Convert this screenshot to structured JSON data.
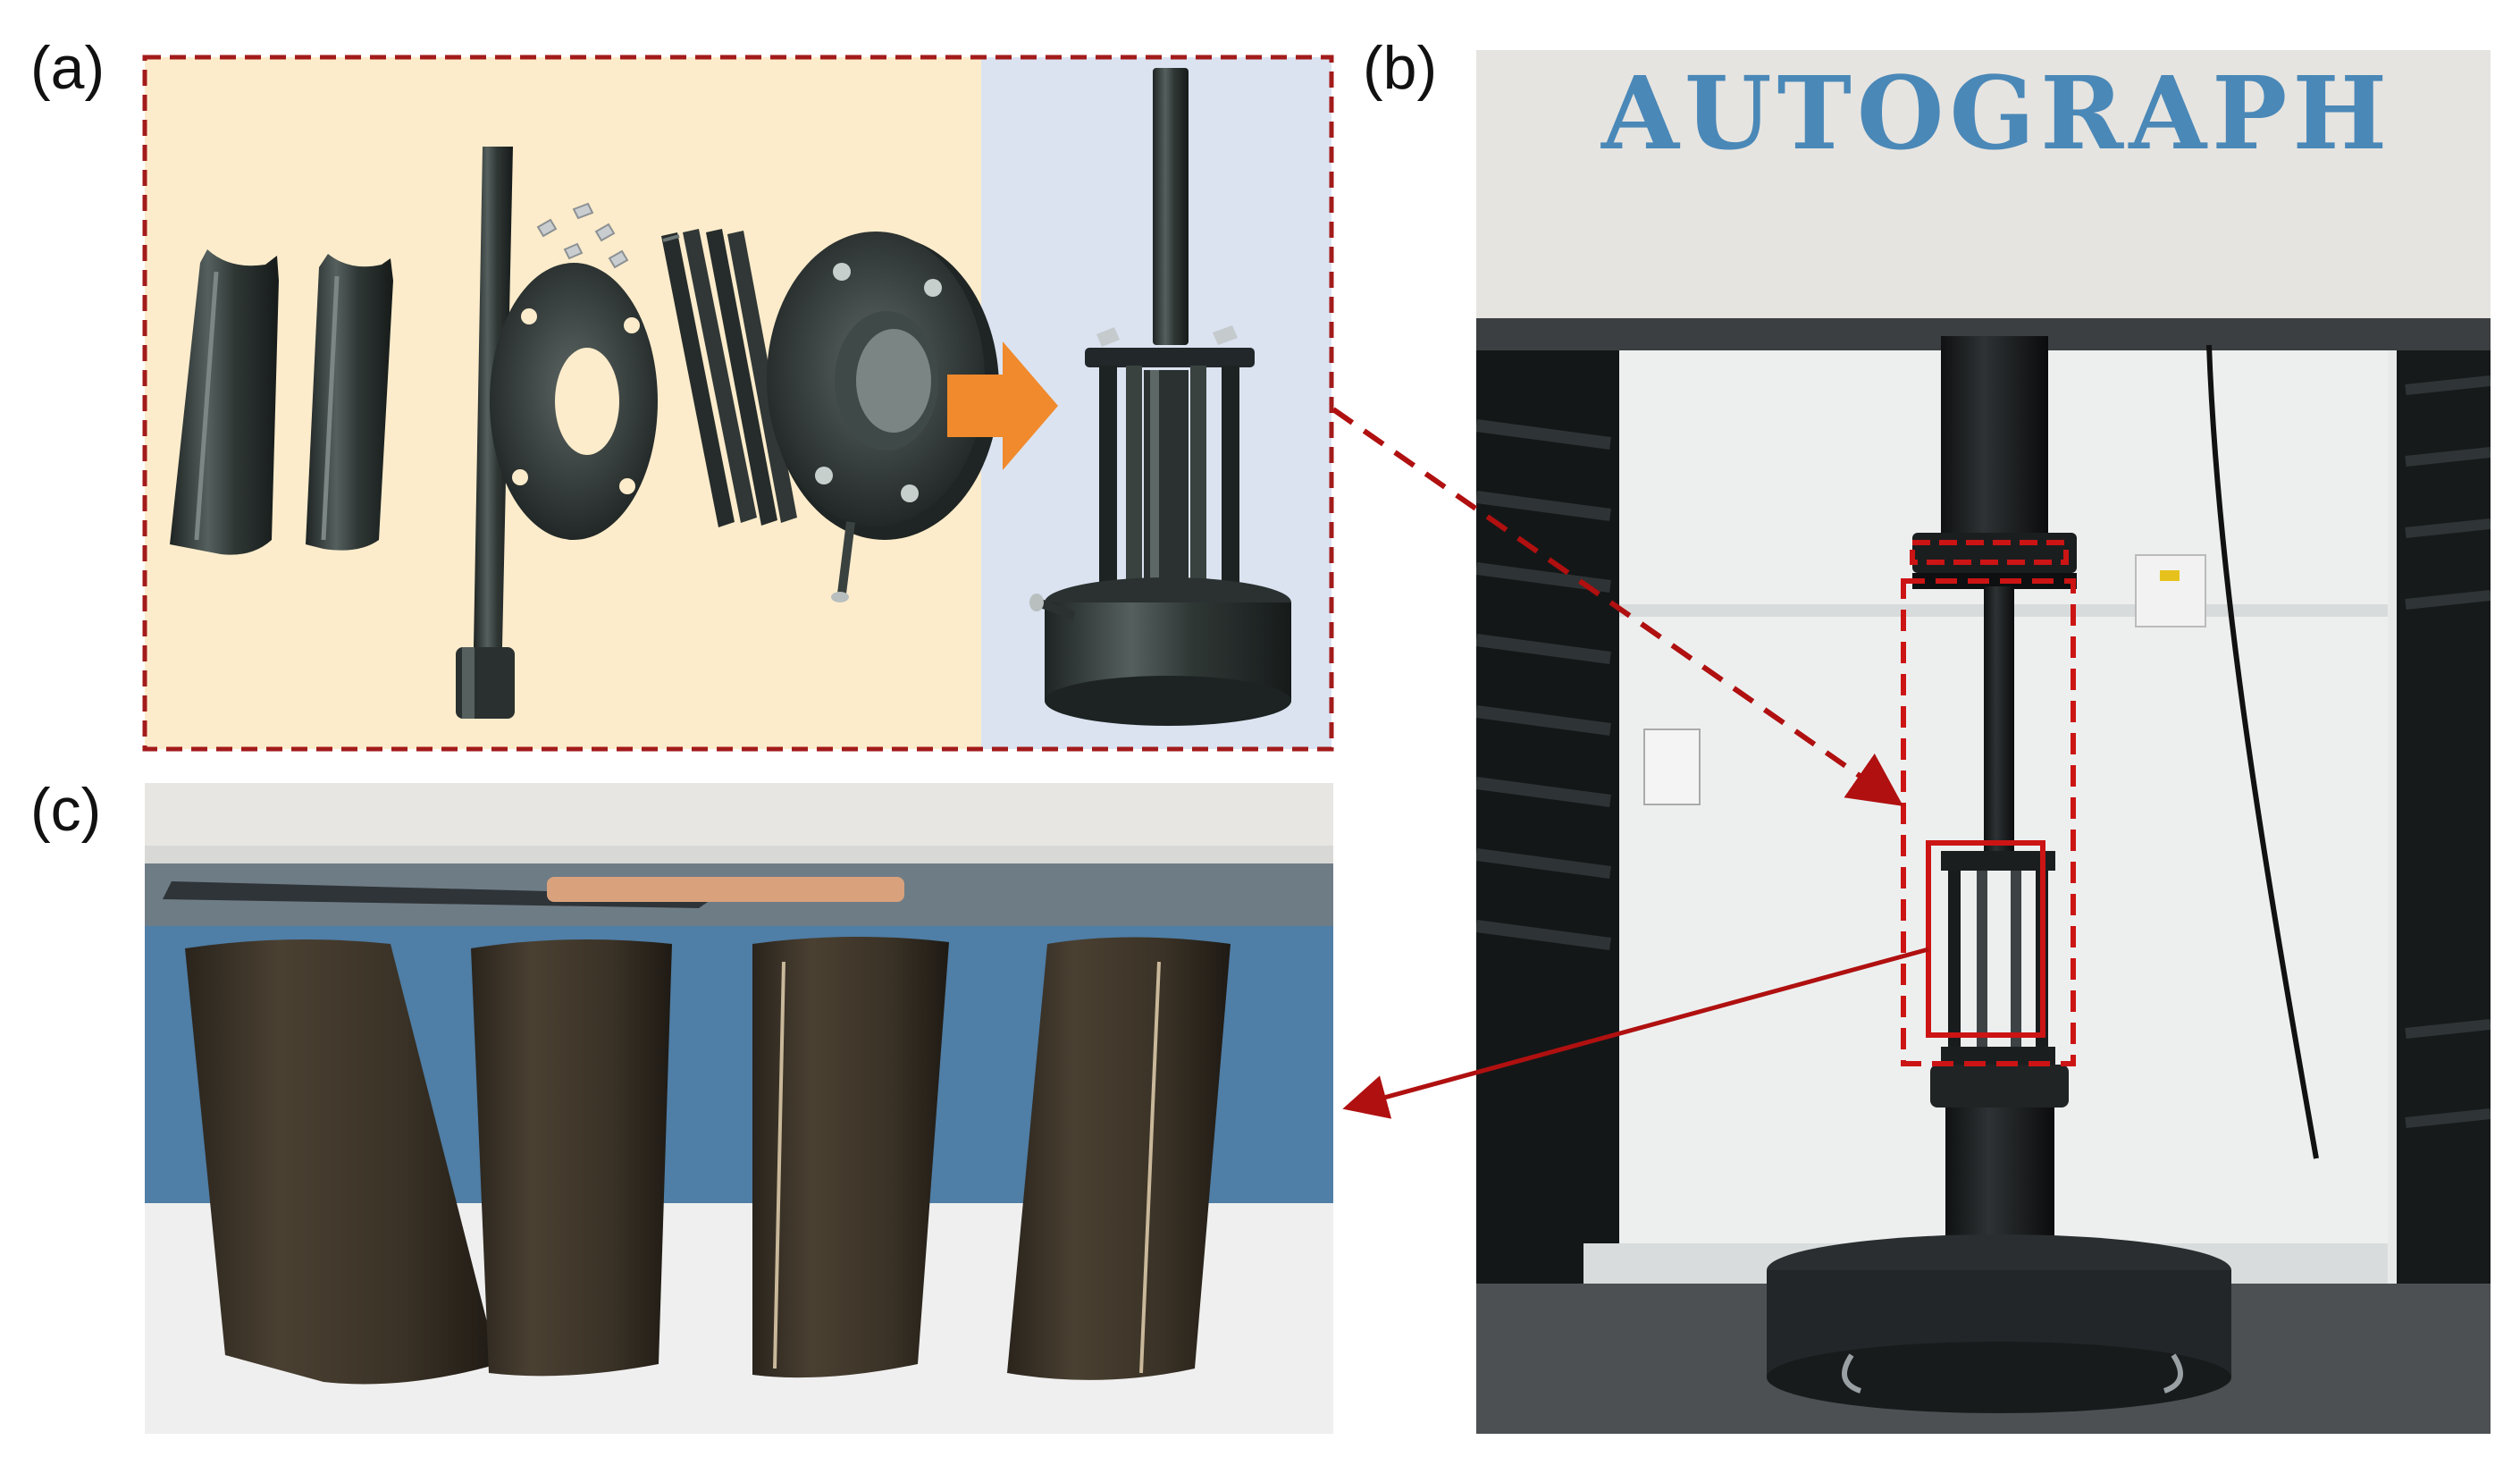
{
  "labels": {
    "a": "(a)",
    "b": "(b)",
    "c": "(c)"
  },
  "machine": {
    "brand_text": "AUTOGRAPH"
  },
  "colors": {
    "dashed_box": "#a31b1b",
    "callout_red": "#b01010",
    "panel_a_left_bg": "#fdeccb",
    "panel_a_right_bg": "#dbe3f1",
    "assembly_arrow": "#f08a2c",
    "steel_dark": "#2b3130",
    "brand_blue": "#4a88b8"
  }
}
